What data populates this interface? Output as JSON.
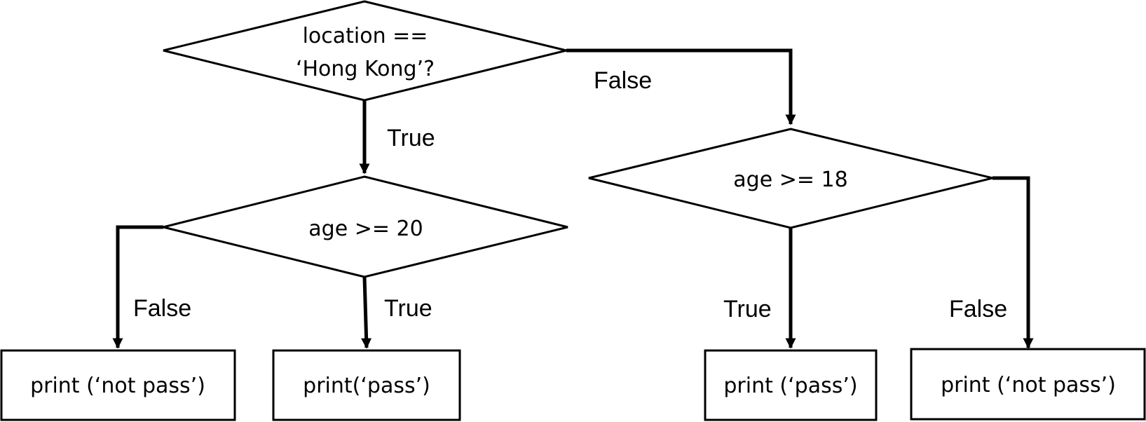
{
  "nodes": {
    "decision_location": {
      "line1": "location ==",
      "line2": "‘Hong Kong’?"
    },
    "decision_age20": {
      "label": "age >= 20"
    },
    "decision_age18": {
      "label": "age >= 18"
    },
    "box_not_pass_left": {
      "label": "print (‘not pass’)"
    },
    "box_pass_left": {
      "label": "print(‘pass’)"
    },
    "box_pass_right": {
      "label": "print (‘pass’)"
    },
    "box_not_pass_right": {
      "label": "print (‘not pass’)"
    }
  },
  "edges": {
    "location_false": "False",
    "location_true": "True",
    "age20_false": "False",
    "age20_true": "True",
    "age18_true": "True",
    "age18_false": "False"
  }
}
